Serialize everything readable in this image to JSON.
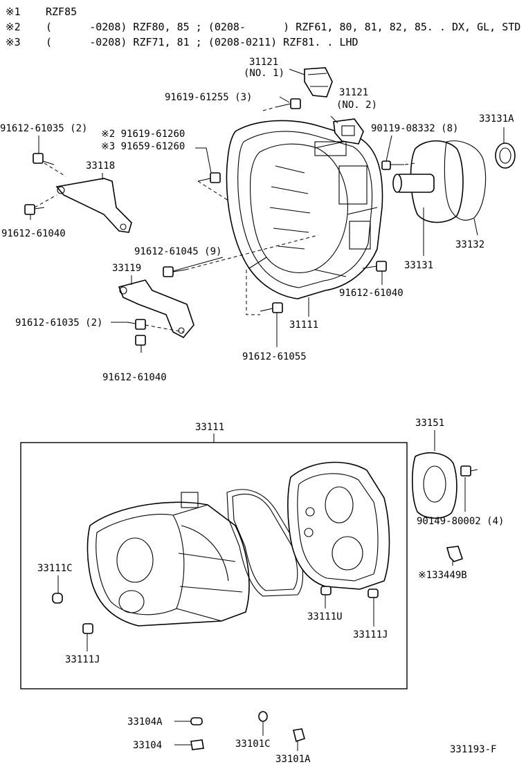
{
  "notes": [
    {
      "mark": "※1",
      "text": "RZF85"
    },
    {
      "mark": "※2",
      "text": "(      -0208) RZF80, 85 ; (0208-      ) RZF61, 80, 81, 82, 85. . DX, GL, STD"
    },
    {
      "mark": "※3",
      "text": "(      -0208) RZF71, 81 ; (0208-0211) RZF81. . LHD"
    }
  ],
  "labels": {
    "p31121_no1": "31121",
    "p31121_no1_sub": "(NO. 1)",
    "p31121_no2": "31121",
    "p31121_no2_sub": "(NO. 2)",
    "p91619_61255": "91619-61255 (3)",
    "p91612_61035_a": "91612-61035 (2)",
    "p91619_61260": "※2 91619-61260",
    "p91659_61260": "※3 91659-61260",
    "p90119_08332": "90119-08332 (8)",
    "p33131A": "33131A",
    "p33118": "33118",
    "p91612_61040_a": "91612-61040",
    "p91612_61045": "91612-61045 (9)",
    "p33132": "33132",
    "p33131": "33131",
    "p33119": "33119",
    "p91612_61040_b": "91612-61040",
    "p91612_61035_b": "91612-61035 (2)",
    "p31111": "31111",
    "p91612_61055": "91612-61055",
    "p91612_61040_c": "91612-61040",
    "p33111": "33111",
    "p33151": "33151",
    "p90149_80002": "90149-80002 (4)",
    "p33111C": "33111C",
    "p133449B": "※133449B",
    "p33111U": "33111U",
    "p33111J_a": "33111J",
    "p33111J_b": "33111J",
    "p33104A": "33104A",
    "p33104": "33104",
    "p33101C": "33101C",
    "p33101A": "33101A",
    "ref": "331193-F"
  }
}
